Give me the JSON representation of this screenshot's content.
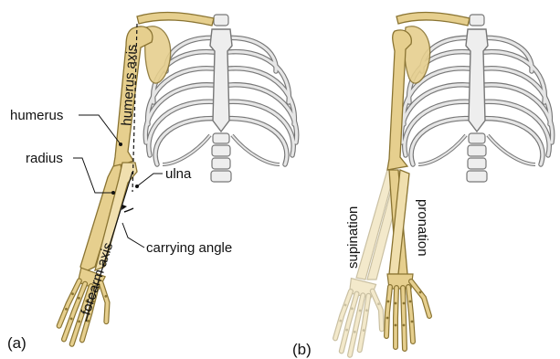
{
  "figure": {
    "panel_a": {
      "tag": "(a)",
      "labels": {
        "humerus": "humerus",
        "humerus_axis": "humerus axis",
        "radius": "radius",
        "ulna": "ulna",
        "forearm_axis": "forearm axis",
        "carrying_angle": "carrying angle"
      }
    },
    "panel_b": {
      "tag": "(b)",
      "labels": {
        "supination": "supination",
        "pronation": "pronation"
      }
    }
  },
  "colors": {
    "bone": "#e6cf8e",
    "bone_outline": "#8a7432",
    "bone_faded": "#f3e8c8",
    "rib": "#e4e4e4",
    "rib_outline": "#777777",
    "text": "#111111"
  }
}
